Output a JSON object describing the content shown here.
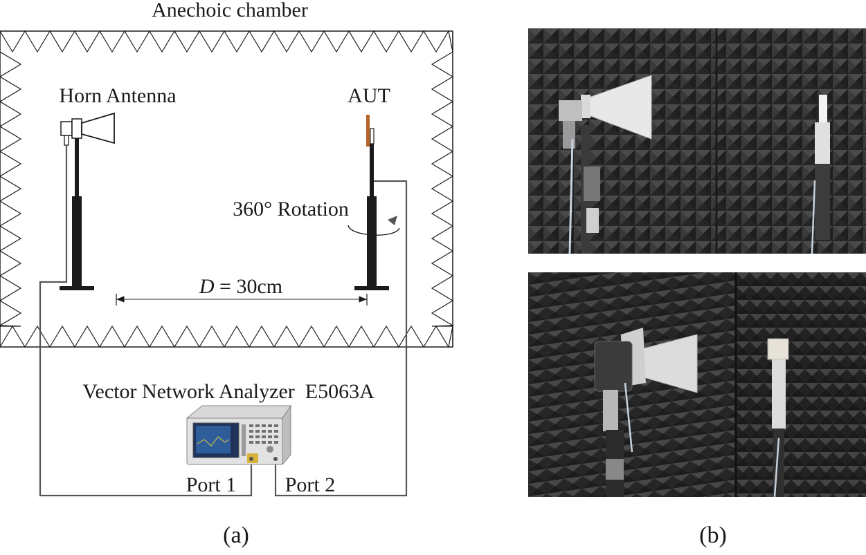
{
  "diagram": {
    "chamber_label": "Anechoic chamber",
    "horn_label": "Horn Antenna",
    "aut_label": "AUT",
    "rotation_label": "360° Rotation",
    "distance_var": "D",
    "distance_value": " = 30cm",
    "vna_label": "Vector Network Analyzer  E5063A",
    "port1_label": "Port 1",
    "port2_label": "Port 2"
  },
  "captions": {
    "a": "(a)",
    "b": "(b)"
  },
  "photos": {
    "top": "horn-and-aut-photo",
    "bottom": "horn-closeup-photo"
  },
  "colors": {
    "line": "#1a1a1a",
    "cable": "#555555",
    "aut_element": "#b5652b",
    "foam_dark": "#2a2a2a",
    "foam_light": "#5a5a5a"
  }
}
